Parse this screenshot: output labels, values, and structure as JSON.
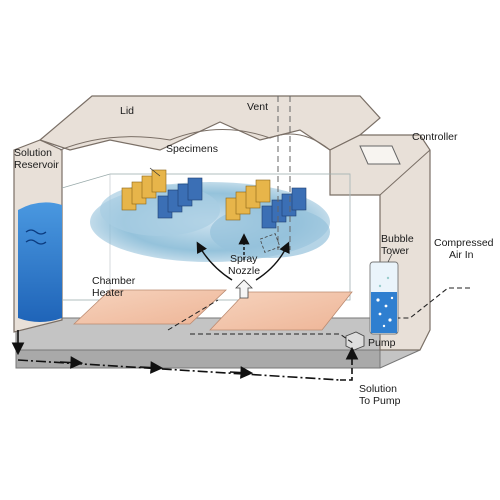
{
  "labels": {
    "lid": "Lid",
    "vent": "Vent",
    "controller": "Controller",
    "solution_reservoir_line1": "Solution",
    "solution_reservoir_line2": "Reservoir",
    "specimens": "Specimens",
    "bubble_tower_line1": "Bubble",
    "bubble_tower_line2": "Tower",
    "compressed_air_line1": "Compressed",
    "compressed_air_line2": "Air In",
    "spray_nozzle_line1": "Spray",
    "spray_nozzle_line2": "Nozzle",
    "chamber_heater_line1": "Chamber",
    "chamber_heater_line2": "Heater",
    "pump": "Pump",
    "solution_to_pump_line1": "Solution",
    "solution_to_pump_line2": "To Pump"
  },
  "colors": {
    "housing": "#e8e0d8",
    "housing_edge": "#7a6f66",
    "base": "#b9b9b9",
    "water": "#2f7fd0",
    "mist": "#7fb4d3",
    "specimen_yellow": "#e7b54a",
    "specimen_blue": "#3b6fb5",
    "heater": "#f1c2a6"
  },
  "icons": {
    "spray_nozzle": "spray-nozzle-icon",
    "pump": "pump-icon",
    "controller": "controller-icon"
  }
}
